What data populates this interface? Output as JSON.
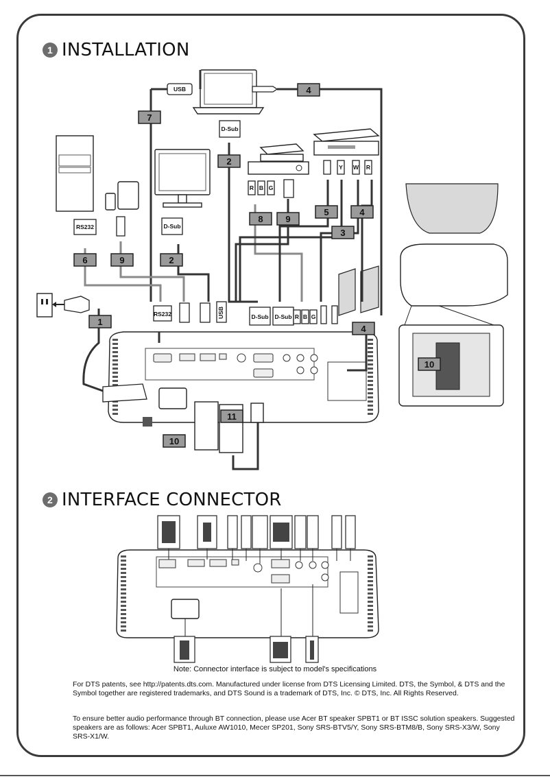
{
  "sections": {
    "installation": {
      "number": "1",
      "title": "INSTALLATION"
    },
    "interface": {
      "number": "2",
      "title": "INTERFACE CONNECTOR"
    }
  },
  "callouts": [
    "1",
    "2",
    "2",
    "3",
    "4",
    "4",
    "4",
    "5",
    "6",
    "7",
    "8",
    "9",
    "9",
    "10",
    "10",
    "11"
  ],
  "connector_labels": {
    "usb": "USB",
    "dsub": "D-Sub",
    "rs232": "RS232",
    "r": "R",
    "b": "B",
    "g": "G",
    "y": "Y",
    "w": "W"
  },
  "note": "Note: Connector interface is subject to model's specifications",
  "paragraphs": {
    "dts": "For DTS patents, see http://patents.dts.com. Manufactured under license from DTS Licensing Limited. DTS, the Symbol, & DTS and the Symbol together are registered trademarks, and DTS Sound is a trademark of DTS, Inc. © DTS, Inc. All Rights Reserved.",
    "bt": "To ensure better audio performance through BT connection, please use Acer BT speaker SPBT1 or BT ISSC solution speakers. Suggested speakers are as follows: Acer SPBT1, Auluxe AW1010, Mecer SP201, Sony SRS-BTV5/Y, Sony SRS-BTM8/B, Sony SRS-X3/W, Sony SRS-X1/W."
  },
  "colors": {
    "frame": "#3a3a3a",
    "callout_fill": "#9a9a9a",
    "badge": "#6d6d6d",
    "cable": "#333333",
    "cable_light": "#8a8a8a"
  }
}
